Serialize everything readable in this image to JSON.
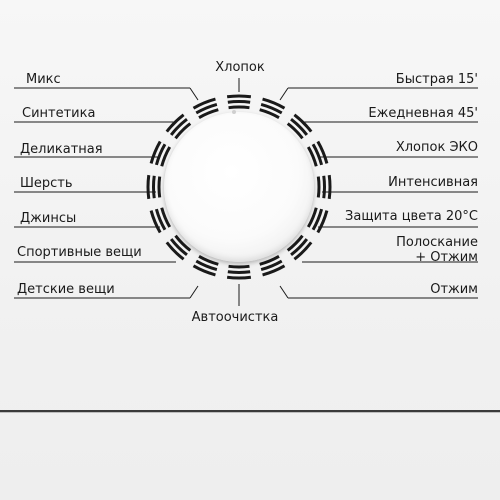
{
  "programs": {
    "top": "Хлопок",
    "bottom": "Автоочистка",
    "left": [
      "Микс",
      "Синтетика",
      "Деликатная",
      "Шерсть",
      "Джинсы",
      "Спортивные вещи",
      "Детские вещи"
    ],
    "right": [
      "Быстрая 15'",
      "Ежедневная 45'",
      "Хлопок ЭКО",
      "Интенсивная",
      "Защита цвета 20°C",
      "Полоскание",
      "+ Отжим",
      "Отжим"
    ]
  },
  "colors": {
    "text": "#1a1a1a",
    "ticks": "#1a1a1a",
    "panel": "#f3f3f3"
  }
}
